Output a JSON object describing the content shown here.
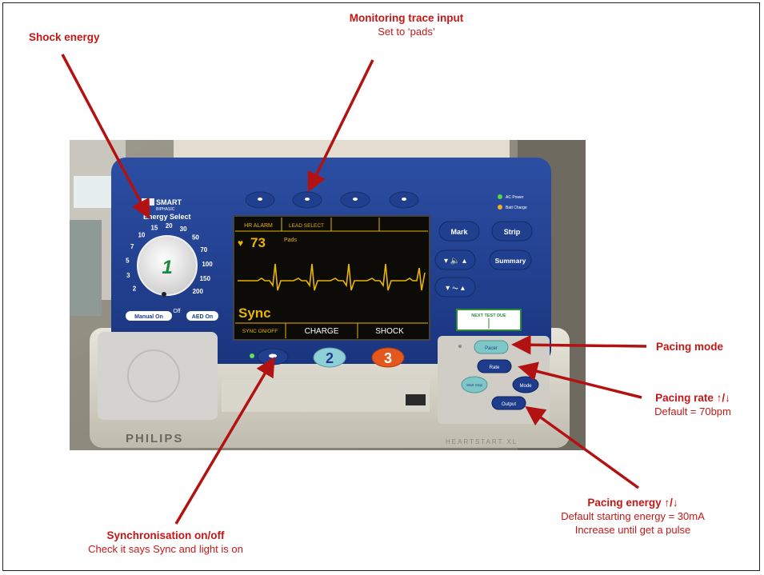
{
  "annotations": {
    "shock_energy": {
      "title": "Shock energy"
    },
    "monitoring": {
      "title": "Monitoring trace input",
      "subtitle": "Set to ‘pads’"
    },
    "pacing_mode": {
      "title": "Pacing mode"
    },
    "pacing_rate": {
      "title": "Pacing rate ↑/↓",
      "subtitle": "Default = 70bpm"
    },
    "pacing_energy": {
      "title": "Pacing energy ↑/↓",
      "line1": "Default starting energy = 30mA",
      "line2": "Increase until get a pulse"
    },
    "sync": {
      "title": "Synchronisation on/off",
      "subtitle": "Check it says Sync and light is on"
    }
  },
  "device": {
    "brand": "PHILIPS",
    "model": "HEARTSTART XL",
    "logo_text": "SMART",
    "logo_sub": "BIPHASIC",
    "dial_title": "Energy Select",
    "dial_values": [
      "2",
      "3",
      "5",
      "7",
      "10",
      "15",
      "20",
      "30",
      "50",
      "70",
      "100",
      "150",
      "200"
    ],
    "dial_number": "1",
    "dial_manual": "Manual On",
    "dial_off": "Off",
    "dial_aed": "AED On",
    "screen": {
      "softkeys_top": [
        "HR ALARM",
        "LEAD SELECT",
        "",
        ""
      ],
      "heart_rate": "73",
      "lead": "Pads",
      "mode": "Sync",
      "softkeys_bottom": [
        "SYNC ON/OFF",
        "CHARGE",
        "SHOCK"
      ]
    },
    "buttons": {
      "mark": "Mark",
      "strip": "Strip",
      "summary": "Summary",
      "charge": "2",
      "shock": "3",
      "pacer": "Pacer",
      "rate": "Rate",
      "start_stop": "Start Stop",
      "mode": "Mode",
      "output": "Output"
    },
    "indicators": {
      "ac_power": "AC Power",
      "batt_charge": "Batt Charge"
    },
    "test_tag": {
      "title": "NEXT TEST DUE"
    }
  },
  "colors": {
    "annotation": "#c41818",
    "arrow": "#b31212",
    "device_blue": "#1e3c8c",
    "screen_trace": "#e9b400"
  }
}
